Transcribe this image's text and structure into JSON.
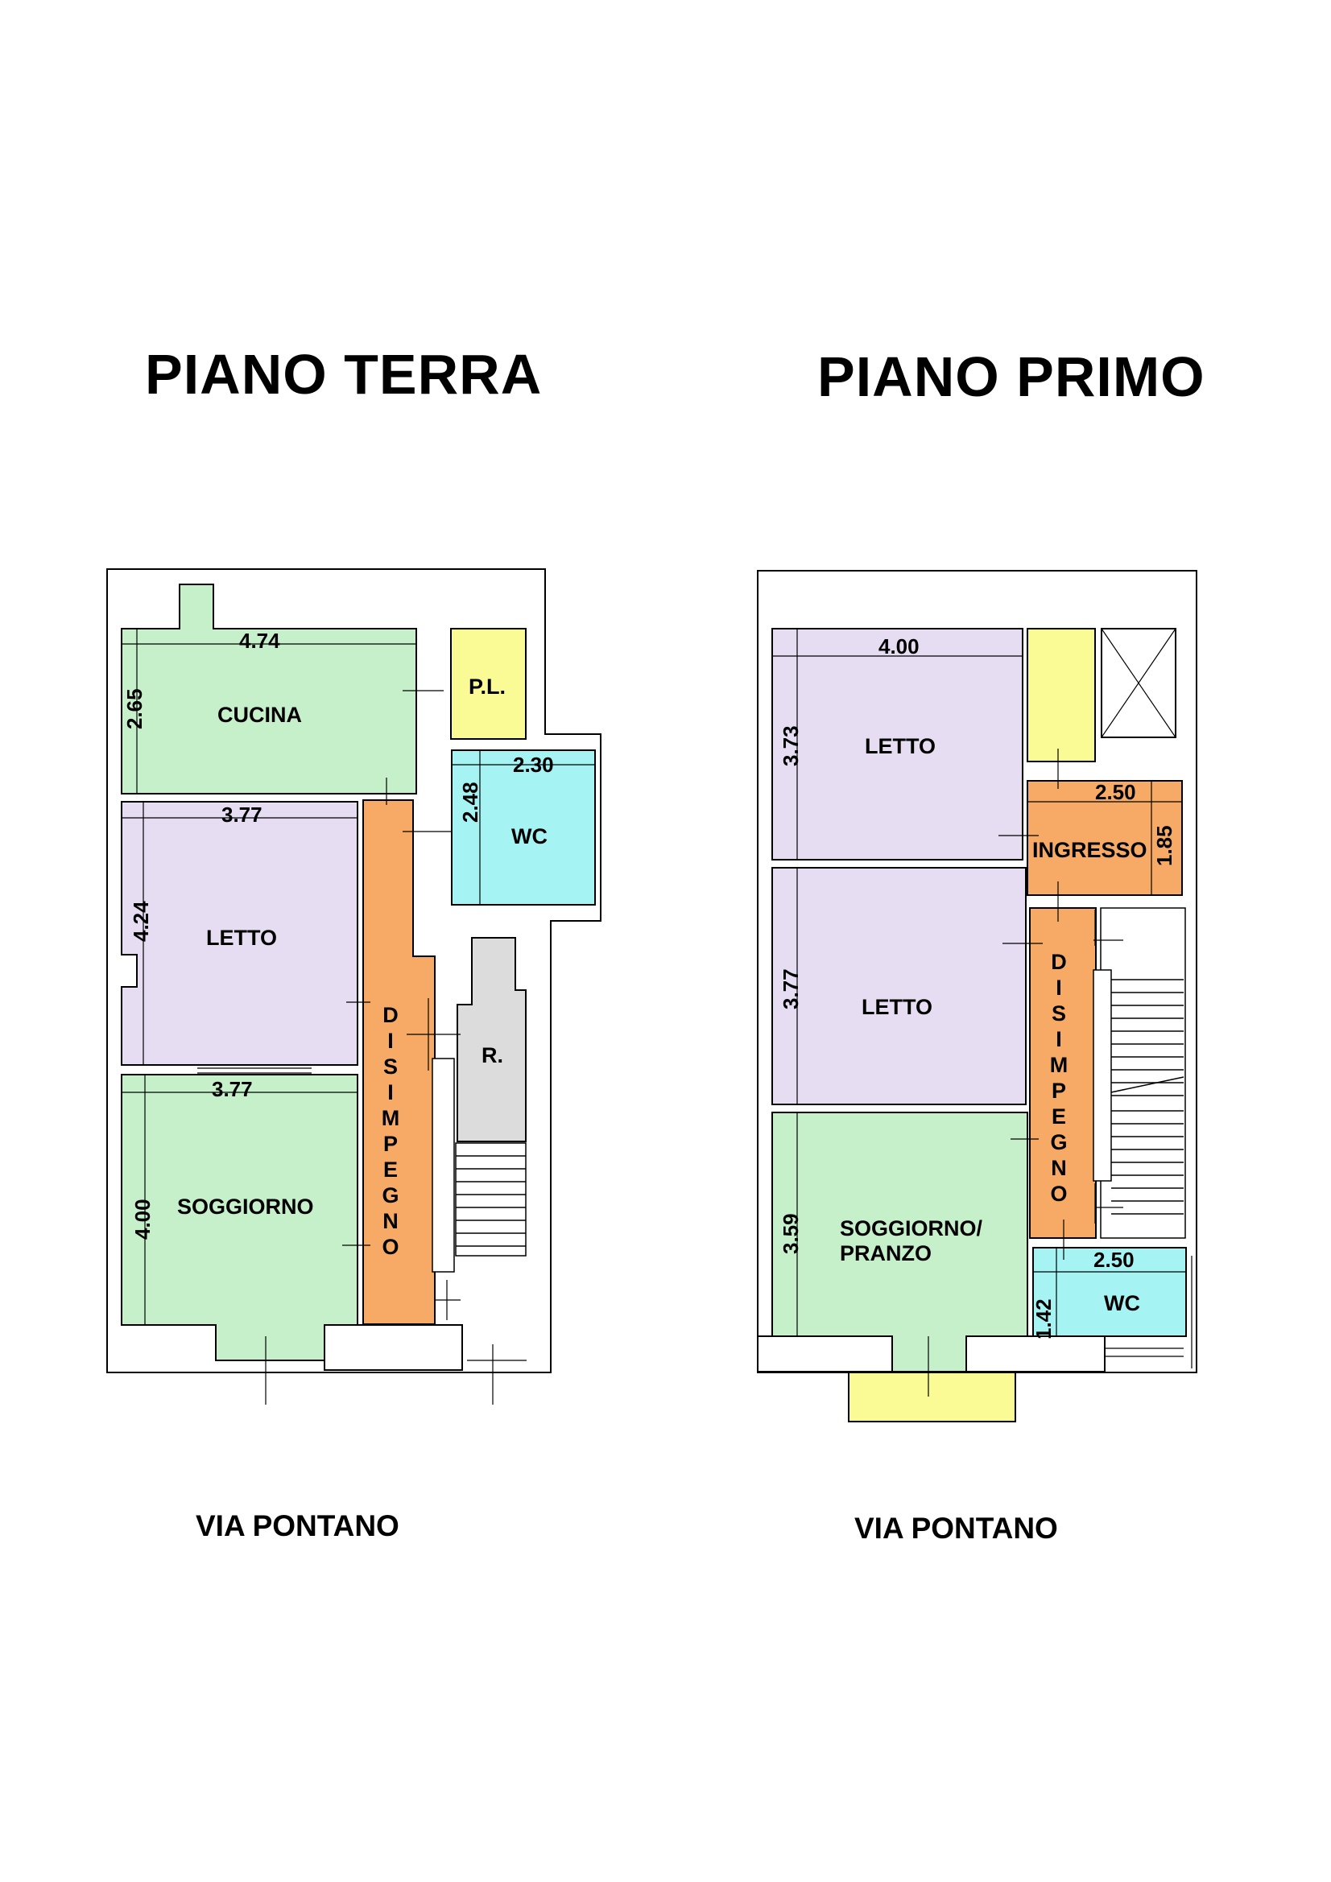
{
  "titles": {
    "ground": "PIANO TERRA",
    "first": "PIANO PRIMO"
  },
  "streets": {
    "ground": "VIA PONTANO",
    "first": "VIA PONTANO"
  },
  "ground_floor": {
    "rooms": {
      "kitchen": "CUCINA",
      "pl": "P.L.",
      "wc": "WC",
      "bedroom": "LETTO",
      "living": "SOGGIORNO",
      "storage": "R.",
      "hall": "DISIMPEGNO"
    },
    "dims": {
      "kitchen_w": "4.74",
      "kitchen_h": "2.65",
      "wc_w": "2.30",
      "wc_h": "2.48",
      "bedroom_w": "3.77",
      "bedroom_h": "4.24",
      "living_w": "3.77",
      "living_h": "4.00"
    }
  },
  "first_floor": {
    "rooms": {
      "bedroom1": "LETTO",
      "entrance": "INGRESSO",
      "bedroom2": "LETTO",
      "hall": "DISIMPEGNO",
      "living_a": "SOGGIORNO/",
      "living_b": "PRANZO",
      "wc": "WC"
    },
    "dims": {
      "bedroom1_w": "4.00",
      "bedroom1_h": "3.73",
      "entrance_w": "2.50",
      "entrance_h": "1.85",
      "bedroom2_h": "3.77",
      "living_h": "3.59",
      "wc_w": "2.50",
      "wc_h": "1.42"
    }
  },
  "colors": {
    "green": "#c5f0c9",
    "lilac": "#e7ddf3",
    "orange": "#f6aa66",
    "yellow": "#fbfb96",
    "cyan": "#a5f3f3",
    "gray": "#dcdcdc"
  }
}
